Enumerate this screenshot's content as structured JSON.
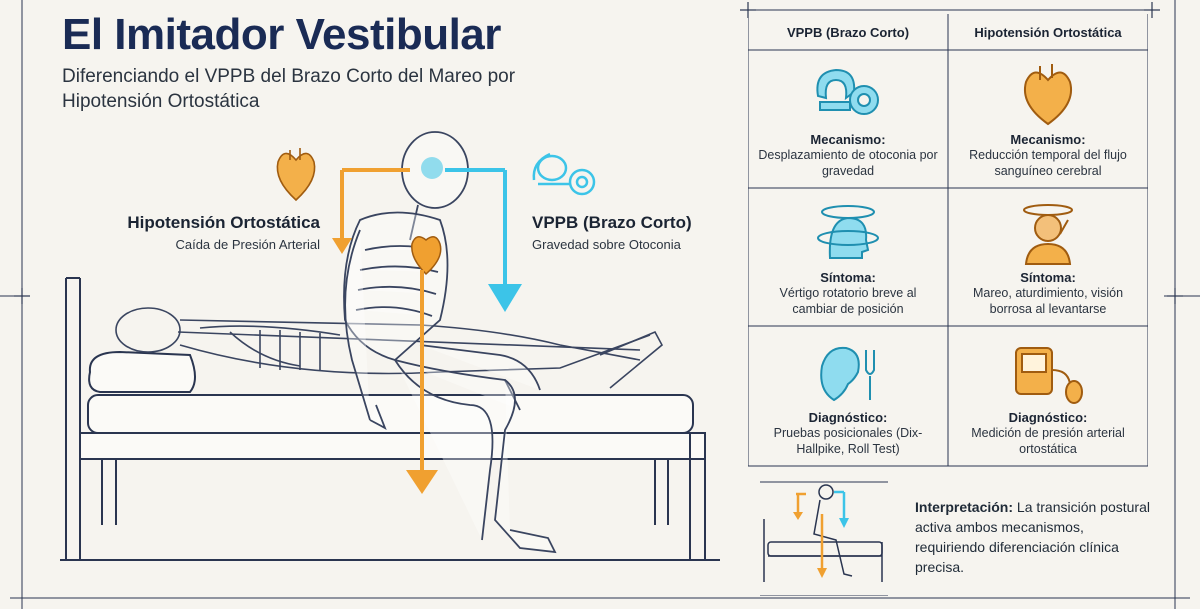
{
  "header": {
    "title": "El Imitador Vestibular",
    "subtitle": "Diferenciando el VPPB del Brazo Corto del Mareo por Hipotensión Ortostática"
  },
  "illustration": {
    "left_label": {
      "title": "Hipotensión Ortostática",
      "subtitle": "Caída de Presión Arterial"
    },
    "right_label": {
      "title": "VPPB (Brazo Corto)",
      "subtitle": "Gravedad sobre Otoconia"
    }
  },
  "table": {
    "columns": [
      "VPPB (Brazo Corto)",
      "Hipotensión Ortostática"
    ],
    "rows": [
      {
        "left": {
          "icon": "inner-ear-icon",
          "heading": "Mecanismo:",
          "text": "Desplazamiento de otoconia por gravedad"
        },
        "right": {
          "icon": "heart-icon",
          "heading": "Mecanismo:",
          "text": "Reducción temporal del flujo sanguíneo cerebral"
        }
      },
      {
        "left": {
          "icon": "rotating-head-icon",
          "heading": "Síntoma:",
          "text": "Vértigo rotatorio breve al cambiar de posición"
        },
        "right": {
          "icon": "dizzy-person-icon",
          "heading": "Síntoma:",
          "text": "Mareo, aturdimiento, visión borrosa al levantarse"
        }
      },
      {
        "left": {
          "icon": "ear-tuning-fork-icon",
          "heading": "Diagnóstico:",
          "text": "Pruebas posicionales (Dix-Hallpike, Roll Test)"
        },
        "right": {
          "icon": "blood-pressure-monitor-icon",
          "heading": "Diagnóstico:",
          "text": "Medición de presión arterial ortostática"
        }
      }
    ],
    "interpretation": {
      "label": "Interpretación:",
      "text": " La transición postural activa ambos mecanismos, requiriendo diferenciación clínica precisa."
    }
  },
  "colors": {
    "navy": "#1a2b55",
    "orange": "#f0a030",
    "cyan": "#3cc4e8",
    "line": "#2a3550"
  }
}
